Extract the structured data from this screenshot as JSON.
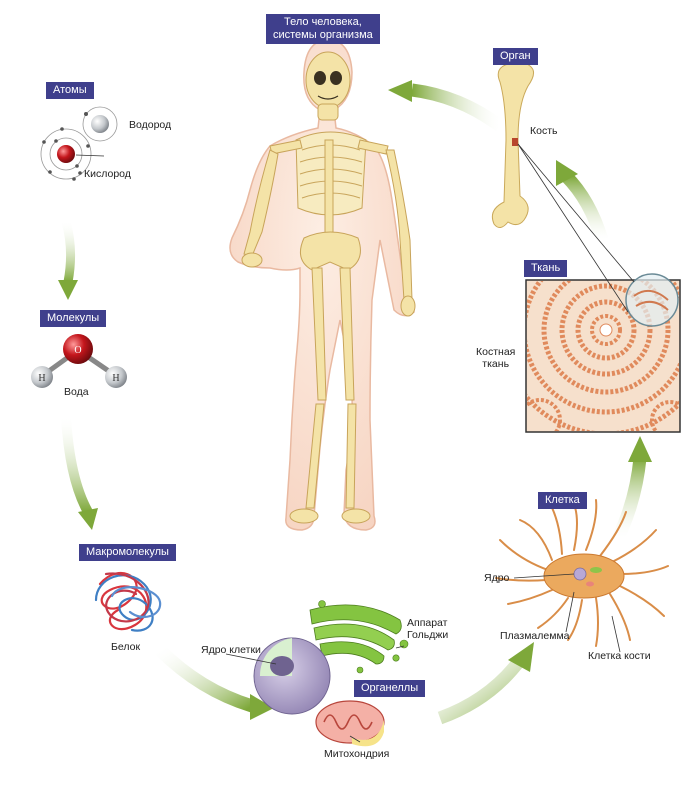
{
  "title": "Тело человека,\nсистемы организма",
  "stages": {
    "atoms": {
      "header": "Атомы",
      "hydrogen": "Водород",
      "oxygen": "Кислород"
    },
    "molecules": {
      "header": "Молекулы",
      "water": "Вода",
      "atom_o": "O",
      "atom_h": "H"
    },
    "macromolecules": {
      "header": "Макромолекулы",
      "protein": "Белок"
    },
    "organelles": {
      "header": "Органеллы",
      "nucleus": "Ядро клетки",
      "golgi": "Аппарат\nГольджи",
      "mitochondria": "Митохондрия"
    },
    "cell": {
      "header": "Клетка",
      "nucleus": "Ядро",
      "plasma": "Плазмалемма",
      "bone_cell": "Клетка кости"
    },
    "tissue": {
      "header": "Ткань",
      "bone_tissue": "Костная\nткань"
    },
    "organ": {
      "header": "Орган",
      "bone": "Кость"
    }
  },
  "colors": {
    "header_bg": "#3f3f8c",
    "arrow": "#7ea83a",
    "bone": "#f4e3a7",
    "body": "#fbe3d4",
    "tissue": "#e08a5c",
    "cell": "#e8a35a",
    "golgi": "#7fc43a",
    "mito": "#e9847a",
    "nucleus": "#a99bc4"
  }
}
